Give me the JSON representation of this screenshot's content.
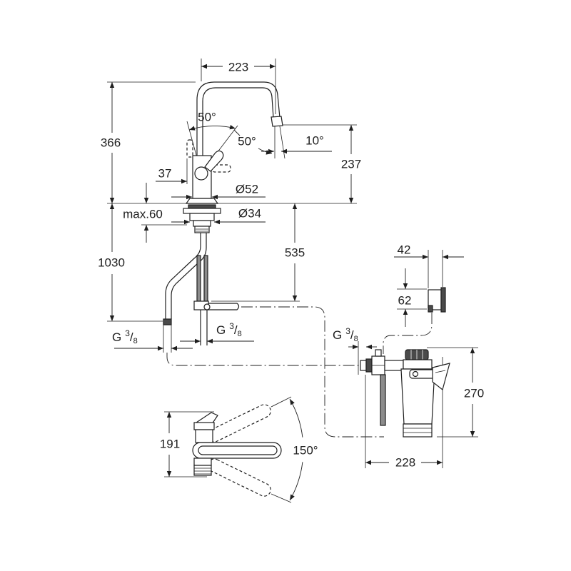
{
  "drawing": {
    "line_color": "#1e1e1e",
    "hose_fill": "#8c8c8c",
    "dark_fill": "#4a4a4a"
  },
  "elevation": {
    "spout_reach": "223",
    "overall_height": "366",
    "lever_angle_top": "50°",
    "lever_angle_side": "50°",
    "spout_tilt": "10°",
    "spout_outlet_height": "237",
    "lever_offset": "37",
    "base_diameter": "Ø52",
    "counter_thickness": "max.60",
    "mounting_hole": "Ø34",
    "holder_depth": "535",
    "hose_length": "1030"
  },
  "connections": {
    "hose_left": {
      "prefix": "G",
      "numerator": "3",
      "slash": "/",
      "denominator": "8"
    },
    "hose_middle": {
      "prefix": "G",
      "numerator": "3",
      "slash": "/",
      "denominator": "8"
    },
    "filter_inlet": {
      "prefix": "G",
      "numerator": "3",
      "slash": "/",
      "denominator": "8"
    }
  },
  "control_box": {
    "width": "42",
    "height": "62"
  },
  "filter": {
    "height": "270",
    "width": "228"
  },
  "plan_view": {
    "depth": "191",
    "swivel_angle": "150°"
  }
}
